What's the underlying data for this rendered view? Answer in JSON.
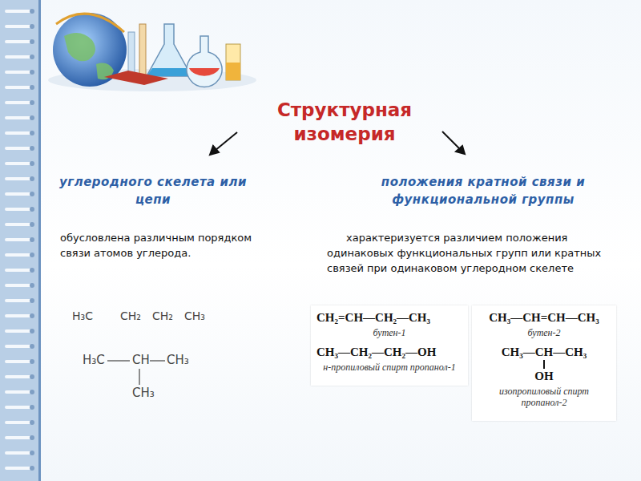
{
  "diagram": {
    "title": "Структурная изомерия",
    "nodes": [
      {
        "text": [
          "CH₂=CH—CH₂—CH₃",
          "бутен-1",
          "CH₃—CH₂—CH₂—OH",
          "н-пропиловый спирт пропанол-1"
        ]
      },
      {
        "text": [
          "CH₃—CH=CH—CH₃",
          "бутен-2",
          "CH₃—CH—CH₃",
          "OH",
          "изопропиловый спирт пропанол-2"
        ]
      }
    ],
    "labels": [
      "углеродного скелета или цепи",
      "положения кратной связи и функциональной группы",
      "обусловлена различным порядком связи атомов углерода.",
      "характеризуется различием положения одинаковых функциональных групп или кратных связей при одинаковом углеродном скелете",
      "H₃C",
      "CH₂",
      "CH₂",
      "CH₃",
      "H₃C",
      "CH",
      "CH₃",
      "CH₃"
    ]
  }
}
